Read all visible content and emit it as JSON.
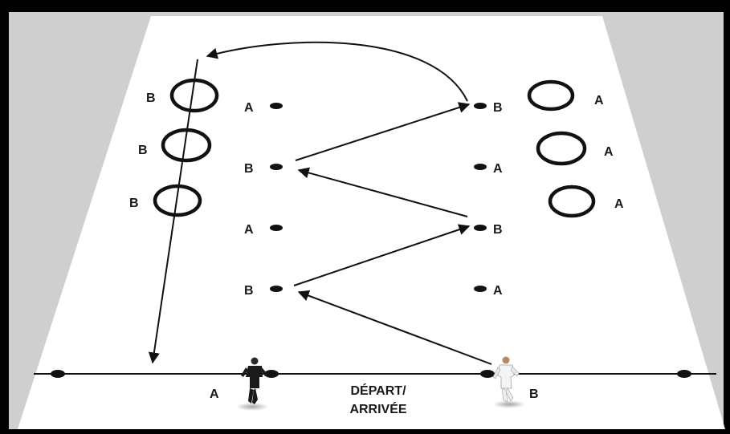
{
  "labels": {
    "ring_left_1": "B",
    "ring_left_2": "B",
    "ring_left_3": "B",
    "ring_right_1": "A",
    "ring_right_2": "A",
    "ring_right_3": "A",
    "cone_left_1": "A",
    "cone_left_2": "B",
    "cone_left_3": "A",
    "cone_left_4": "B",
    "cone_right_1": "B",
    "cone_right_2": "A",
    "cone_right_3": "B",
    "cone_right_4": "A",
    "player_a": "A",
    "player_b": "B",
    "start_line_1": "DÉPART/",
    "start_line_2": "ARRIVÉE"
  },
  "colors": {
    "frame": "#000000",
    "background": "#cfcfcf",
    "field": "#ffffff",
    "lines": "#111111",
    "player_a_kit": "#1a1a1a",
    "player_b_kit": "#f4f4f4"
  },
  "icons": {
    "cone": "cone-marker-icon",
    "ring": "hoop-icon",
    "player": "player-icon"
  }
}
